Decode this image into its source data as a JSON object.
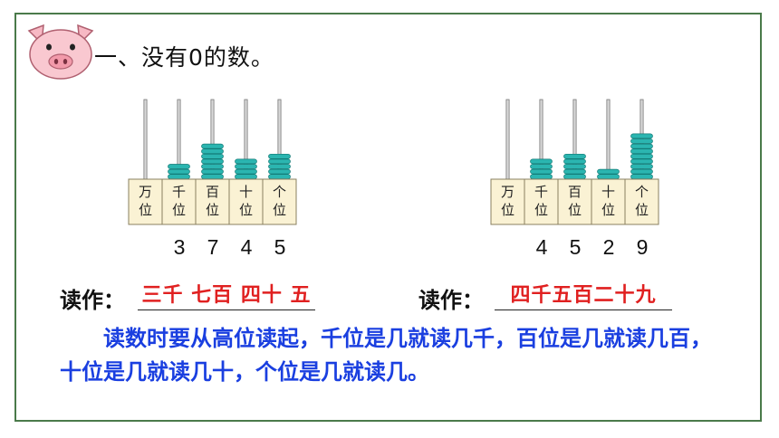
{
  "heading": "一、没有0的数。",
  "place_labels": [
    "万位",
    "千位",
    "百位",
    "十位",
    "个位"
  ],
  "abacus_left": {
    "digits": [
      "3",
      "7",
      "4",
      "5"
    ],
    "beads": [
      0,
      3,
      7,
      4,
      5
    ]
  },
  "abacus_right": {
    "digits": [
      "4",
      "5",
      "2",
      "9"
    ],
    "beads": [
      0,
      4,
      5,
      2,
      9
    ]
  },
  "reading_left": {
    "label": "读作：",
    "answer": "三千 七百 四十 五"
  },
  "reading_right": {
    "label": "读作：",
    "answer": "四千五百二十九"
  },
  "rule_text": "读数时要从高位读起，千位是几就读几千，百位是几就读几百，十位是几就读几十，个位是几就读几。",
  "colors": {
    "bead": "#2bb5b0",
    "answer": "#e02020",
    "rule": "#1a3fe0",
    "border": "#4a7a4a"
  }
}
